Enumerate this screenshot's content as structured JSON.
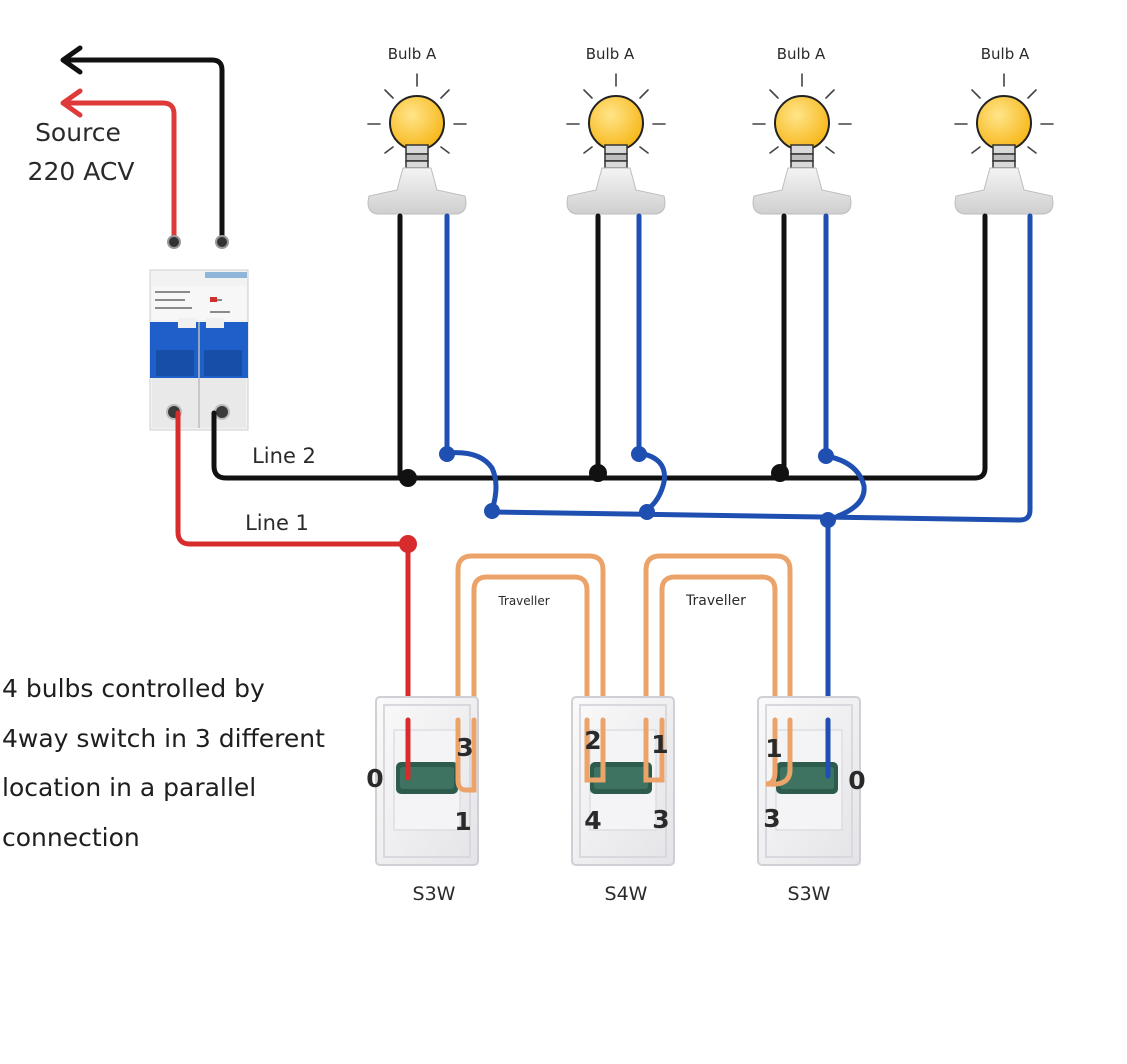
{
  "source": {
    "line1": "Source",
    "line2": "220 ACV"
  },
  "bulbs": [
    {
      "label": "Bulb A"
    },
    {
      "label": "Bulb A"
    },
    {
      "label": "Bulb A"
    },
    {
      "label": "Bulb A"
    }
  ],
  "lines": {
    "line1": "Line 1",
    "line2": "Line 2"
  },
  "travellers": [
    "Traveller",
    "Traveller"
  ],
  "switches": [
    {
      "name": "S3W",
      "terminals": {
        "common": "0",
        "a": "3",
        "b": "1"
      }
    },
    {
      "name": "S4W",
      "terminals": {
        "t2": "2",
        "t1": "1",
        "t4": "4",
        "t3": "3"
      }
    },
    {
      "name": "S3W",
      "terminals": {
        "common": "0",
        "a": "1",
        "b": "3"
      }
    }
  ],
  "description": [
    "4 bulbs controlled by",
    "4way switch in 3 different",
    "location in a parallel",
    "connection"
  ],
  "colors": {
    "line_live": "#d82b2b",
    "line_neutral": "#111111",
    "switched_return": "#1f4fb0",
    "traveller": "#eba36a",
    "breaker": "#1f5fc9",
    "bulb": "#ffc830"
  }
}
